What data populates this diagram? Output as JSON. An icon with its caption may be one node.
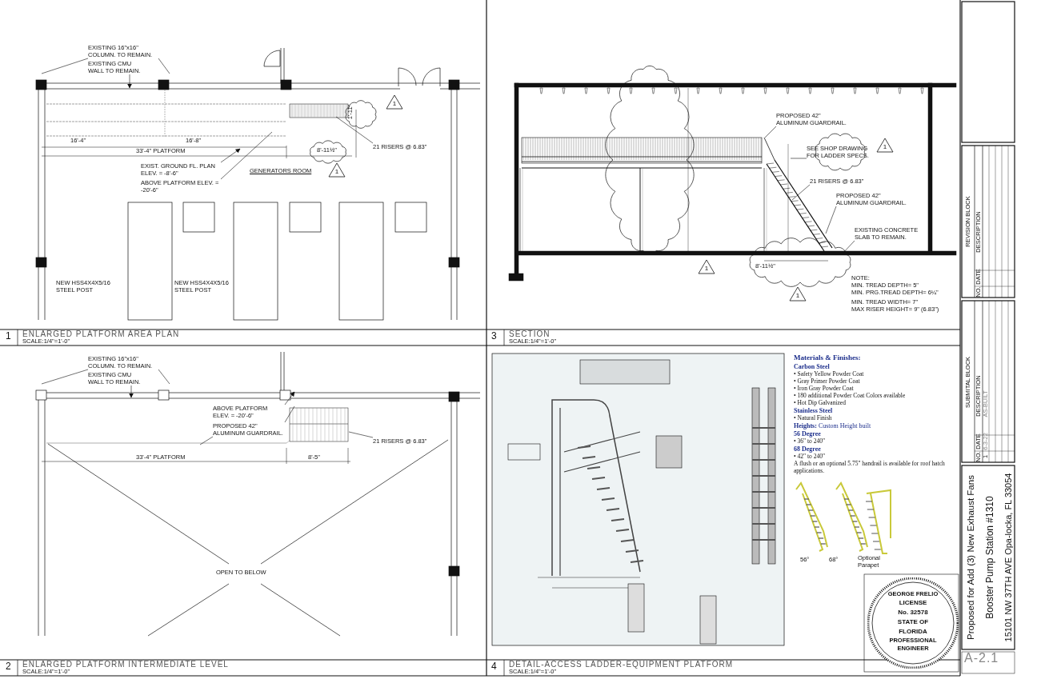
{
  "diagram": {
    "nodes": [
      {
        "text": [
          "EXISTING 16\"x16\" COLUMN. TO REMAIN."
        ]
      },
      {
        "text": [
          "EXISTING CMU WALL TO REMAIN."
        ]
      },
      {
        "text": [
          "1"
        ]
      },
      {
        "text": [
          "21 RISERS @ 6.83\""
        ]
      },
      {
        "text": [
          "EXIST. GROUND FL. PLAN ELEV. = -8'-6\""
        ]
      },
      {
        "text": [
          "ABOVE PLATFORM ELEV. = -20'-6\""
        ]
      },
      {
        "text": [
          "1"
        ]
      },
      {
        "text": [
          "PROPOSED 42\" ALUMINUM GUARDRAIL."
        ]
      },
      {
        "text": [
          "SEE SHOP DRAWING FOR LADDER SPECS."
        ]
      },
      {
        "text": [
          "1"
        ]
      },
      {
        "text": [
          "21 RISERS @ 6.83\""
        ]
      },
      {
        "text": [
          "PROPOSED 42\" ALUMINUM GUARDRAIL."
        ]
      },
      {
        "text": [
          "EXISTING CONCRETE SLAB TO REMAIN."
        ]
      },
      {
        "text": [
          "1"
        ]
      },
      {
        "text": [
          "1"
        ]
      },
      {
        "text": [
          "EXISTING 16\"x16\" COLUMN. TO REMAIN."
        ]
      },
      {
        "text": [
          "EXISTING CMU WALL TO REMAIN."
        ]
      },
      {
        "text": [
          "ABOVE PLATFORM ELEV. = -20'-6\""
        ]
      },
      {
        "text": [
          "PROPOSED 42\" ALUMINUM GUARDRAIL."
        ]
      },
      {
        "text": [
          "21 RISERS @ 6.83\""
        ]
      },
      {
        "text": [
          "GEORGE FRELIO",
          "LICENSE",
          "No. 32578",
          "STATE OF",
          "FLORIDA",
          "PROFESSIONAL ENGINEER"
        ]
      }
    ],
    "edges": [
      {
        "from": 0,
        "to": null,
        "arrow": "none"
      },
      {
        "from": 0,
        "to": null,
        "arrow": "none"
      },
      {
        "from": 1,
        "to": null,
        "arrow": "to"
      },
      {
        "from": 3,
        "to": null,
        "arrow": "none"
      },
      {
        "from": 4,
        "to": null,
        "arrow": "to"
      },
      {
        "from": 5,
        "to": null,
        "arrow": "none"
      },
      {
        "from": 7,
        "to": null,
        "arrow": "none"
      },
      {
        "from": 8,
        "to": null,
        "arrow": "none"
      },
      {
        "from": 10,
        "to": null,
        "arrow": "none"
      },
      {
        "from": 11,
        "to": null,
        "arrow": "none"
      },
      {
        "from": 12,
        "to": null,
        "arrow": "none"
      },
      {
        "from": 15,
        "to": null,
        "arrow": "none"
      },
      {
        "from": 15,
        "to": null,
        "arrow": "none"
      },
      {
        "from": 16,
        "to": null,
        "arrow": "to"
      },
      {
        "from": 17,
        "to": null,
        "arrow": "to"
      },
      {
        "from": 18,
        "to": null,
        "arrow": "none"
      },
      {
        "from": 18,
        "to": null,
        "arrow": "none"
      },
      {
        "from": 19,
        "to": null,
        "arrow": "none"
      }
    ],
    "labels": [
      "16'-4\"",
      "16'-8\"",
      "33'-4\" PLATFORM",
      "1'-11\"",
      "8'-11½\"",
      "GENERATORS ROOM",
      "NEW HSS4X4X5/16 STEEL POST",
      "NEW HSS4X4X5/16 STEEL POST",
      "1",
      "ENLARGED PLATFORM AREA PLAN",
      "SCALE:1/4\"=1'-0\"",
      "8'-11½\"",
      "NOTE:",
      "MIN. TREAD DEPTH= 5\"",
      "MIN. PRG.TREAD DEPTH= 6¼\"",
      "MIN. TREAD WIDTH= 7\"",
      "MAX RISER HEIGHT= 9\" (6.83\")",
      "3",
      "SECTION",
      "SCALE:1/4\"=1'-0\"",
      "33'-4\" PLATFORM",
      "8'-5\"",
      "OPEN TO BELOW",
      "2",
      "ENLARGED PLATFORM INTERMEDIATE LEVEL",
      "SCALE:1/4\"=1'-0\"",
      "Materials & Finishes:",
      "Carbon Steel",
      "• Safety Yellow Powder Coat",
      "• Gray Primer Powder Coat",
      "• Iron Gray Powder Coat",
      "• 180 additional Powder Coat Colors available",
      "• Hot Dip Galvanized",
      "Stainless Steel",
      "• Natural Finish",
      "**Heights:** Custom Height built",
      "56 Degree",
      "• 36\" to 240\"",
      "68 Degree",
      "• 42\" to 240\"",
      "A flush or an optional 5.75\" handrail is available for roof hatch applications.",
      "56°",
      "68°",
      "Optional Parapet",
      "4",
      "DETAIL-ACCESS LADDER-EQUIPMENT PLATFORM",
      "SCALE:1/4\"=1'-0\"",
      "REVISION BLOCK",
      "NO.",
      "DATE",
      "DESCRIPTION",
      "SUBMITAL BLOCK",
      "NO.",
      "DATE",
      "DESCRIPTION",
      "1",
      "6-3-22",
      "AS-BUILT",
      "Proposed for Add (3) New Exhaust Fans",
      "Booster Pump Station #1310",
      "15101 NW 37TH AVE Opa-locka, FL 33054",
      "A-2.1"
    ]
  }
}
